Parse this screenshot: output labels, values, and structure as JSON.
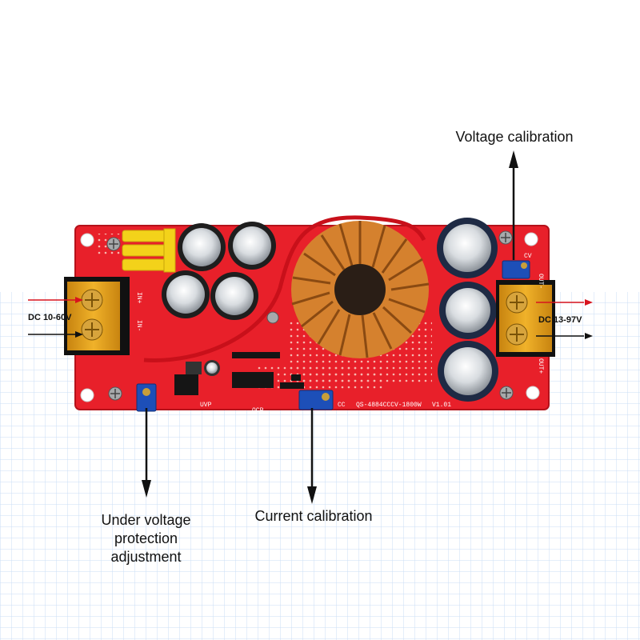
{
  "labels": {
    "voltage_calibration": "Voltage calibration",
    "under_voltage_line1": "Under voltage",
    "under_voltage_line2": "protection",
    "under_voltage_line3": "adjustment",
    "current_calibration": "Current calibration",
    "input": "DC 10-60V",
    "output": "DC 13-97V"
  },
  "silkscreen": {
    "model": "QS-4884CCCV-1800W",
    "version": "V1.01",
    "uvp": "UVP",
    "ocp": "OCP",
    "cc": "CC",
    "cv": "CV",
    "in_plus": "IN+",
    "in_minus": "IN-",
    "out_plus": "OUT+",
    "out_minus": "OUT-"
  },
  "colors": {
    "pcb": "#e8202a",
    "copper": "#d5812e",
    "terminal": "#e7a11c",
    "fuse": "#f3d21a",
    "trimmer": "#1d4fb8",
    "arrow_red": "#d8141e",
    "arrow_black": "#111111"
  }
}
